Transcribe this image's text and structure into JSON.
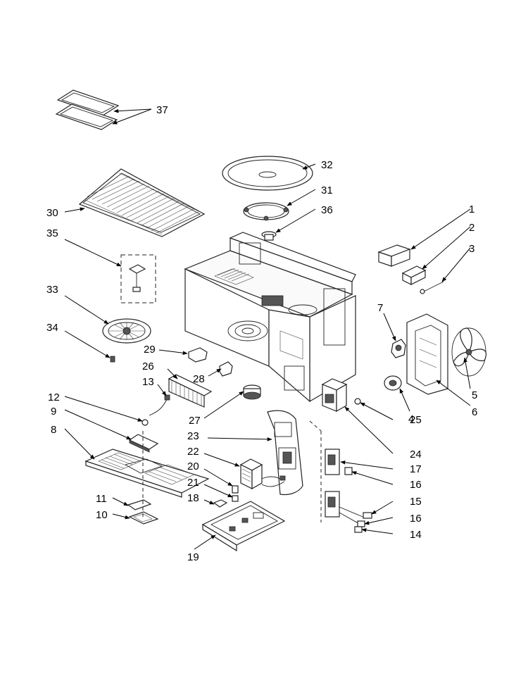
{
  "labels": [
    "1",
    "2",
    "3",
    "4",
    "5",
    "6",
    "7",
    "8",
    "9",
    "10",
    "11",
    "12",
    "13",
    "14",
    "15",
    "16",
    "16",
    "17",
    "18",
    "19",
    "20",
    "21",
    "22",
    "23",
    "24",
    "25",
    "26",
    "27",
    "28",
    "29",
    "30",
    "31",
    "32",
    "33",
    "34",
    "35",
    "36",
    "37"
  ]
}
